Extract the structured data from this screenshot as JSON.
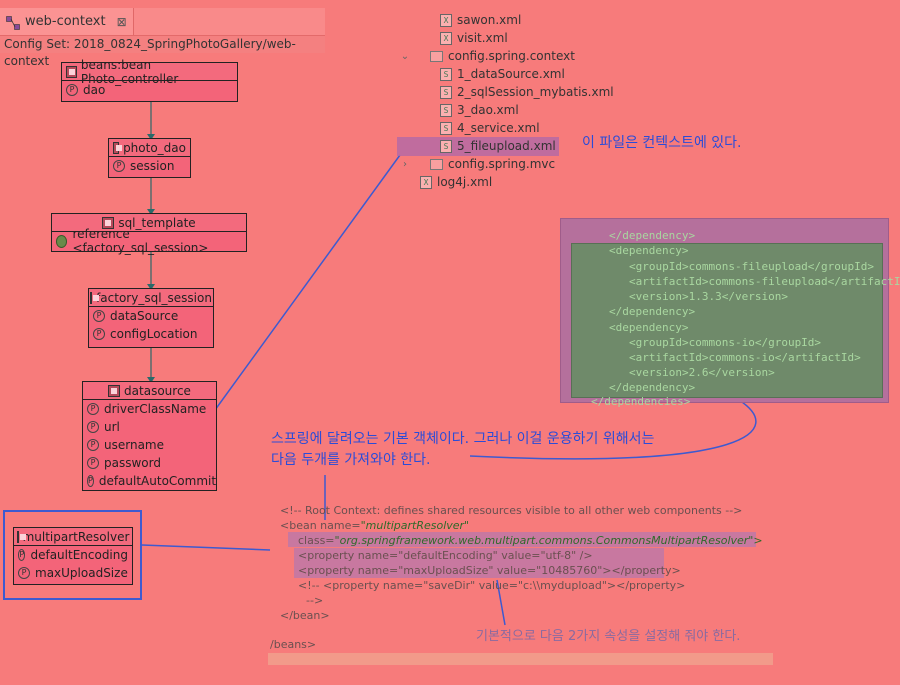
{
  "tab": {
    "title": "web-context",
    "close": "⊠"
  },
  "config_set": "Config Set: 2018_0824_SpringPhotoGallery/web-context",
  "beans": {
    "photo_controller": {
      "title": "beans:bean Photo_controller",
      "props": [
        "dao"
      ]
    },
    "photo_dao": {
      "title": "photo_dao",
      "props": [
        "session"
      ]
    },
    "sql_template": {
      "title": "sql_template",
      "props": [
        "reference <factory_sql_session>"
      ]
    },
    "factory_sql_session": {
      "title": "factory_sql_session",
      "props": [
        "dataSource",
        "configLocation"
      ]
    },
    "datasource": {
      "title": "datasource",
      "props": [
        "driverClassName",
        "url",
        "username",
        "password",
        "defaultAutoCommit"
      ]
    },
    "multipart": {
      "title": "multipartResolver",
      "props": [
        "defaultEncoding",
        "maxUploadSize"
      ]
    }
  },
  "tree": {
    "items": [
      {
        "label": "sawon.xml",
        "icon": "xml-icon"
      },
      {
        "label": "visit.xml",
        "icon": "xml-icon"
      },
      {
        "label": "config.spring.context",
        "icon": "folder-icon",
        "chev": "⌄"
      },
      {
        "label": "1_dataSource.xml",
        "icon": "spring-xml-icon"
      },
      {
        "label": "2_sqlSession_mybatis.xml",
        "icon": "spring-xml-icon"
      },
      {
        "label": "3_dao.xml",
        "icon": "spring-xml-icon"
      },
      {
        "label": "4_service.xml",
        "icon": "spring-xml-icon"
      },
      {
        "label": "5_fileupload.xml",
        "icon": "spring-xml-icon"
      },
      {
        "label": "config.spring.mvc",
        "icon": "folder-icon",
        "chev": "›"
      },
      {
        "label": "log4j.xml",
        "icon": "xml-icon"
      }
    ]
  },
  "annotations": {
    "context_note": "이 파일은 컨텍스트에 있다.",
    "main_note_1": "스프링에 달려오는 기본 객체이다. 그러나 이걸 운용하기 위해서는",
    "main_note_2": "다음 두개를 가져와야 한다.",
    "props_note": "기본적으로 다음 2가지 속성을 설정해 줘야 한다."
  },
  "pom": {
    "lines": [
      "</dependency>",
      "<dependency>",
      "<groupId>commons-fileupload</groupId>",
      "<artifactId>commons-fileupload</artifactId>",
      "<version>1.3.3</version>",
      "</dependency>",
      "<dependency>",
      "<groupId>commons-io</groupId>",
      "<artifactId>commons-io</artifactId>",
      "<version>2.6</version>",
      "</dependency>",
      "</dependencies>"
    ]
  },
  "code": {
    "comment": "<!-- Root Context: defines shared resources visible to all other web components -->",
    "bean_open": "<bean name=",
    "bean_name": "\"multipartResolver\"",
    "class_attr": "class=",
    "class_val": "\"org.springframework.web.multipart.commons.CommonsMultipartResolver\">",
    "prop1": "<property name=\"defaultEncoding\" value=\"utf-8\" />",
    "prop2": "<property name=\"maxUploadSize\" value=\"10485760\"></property>",
    "prop3": "<!-- <property name=\"saveDir\" value=\"c:\\\\mydupload\"></property>",
    "close_comment": "-->",
    "bean_close": "</bean>",
    "beans_close": "/beans>"
  }
}
